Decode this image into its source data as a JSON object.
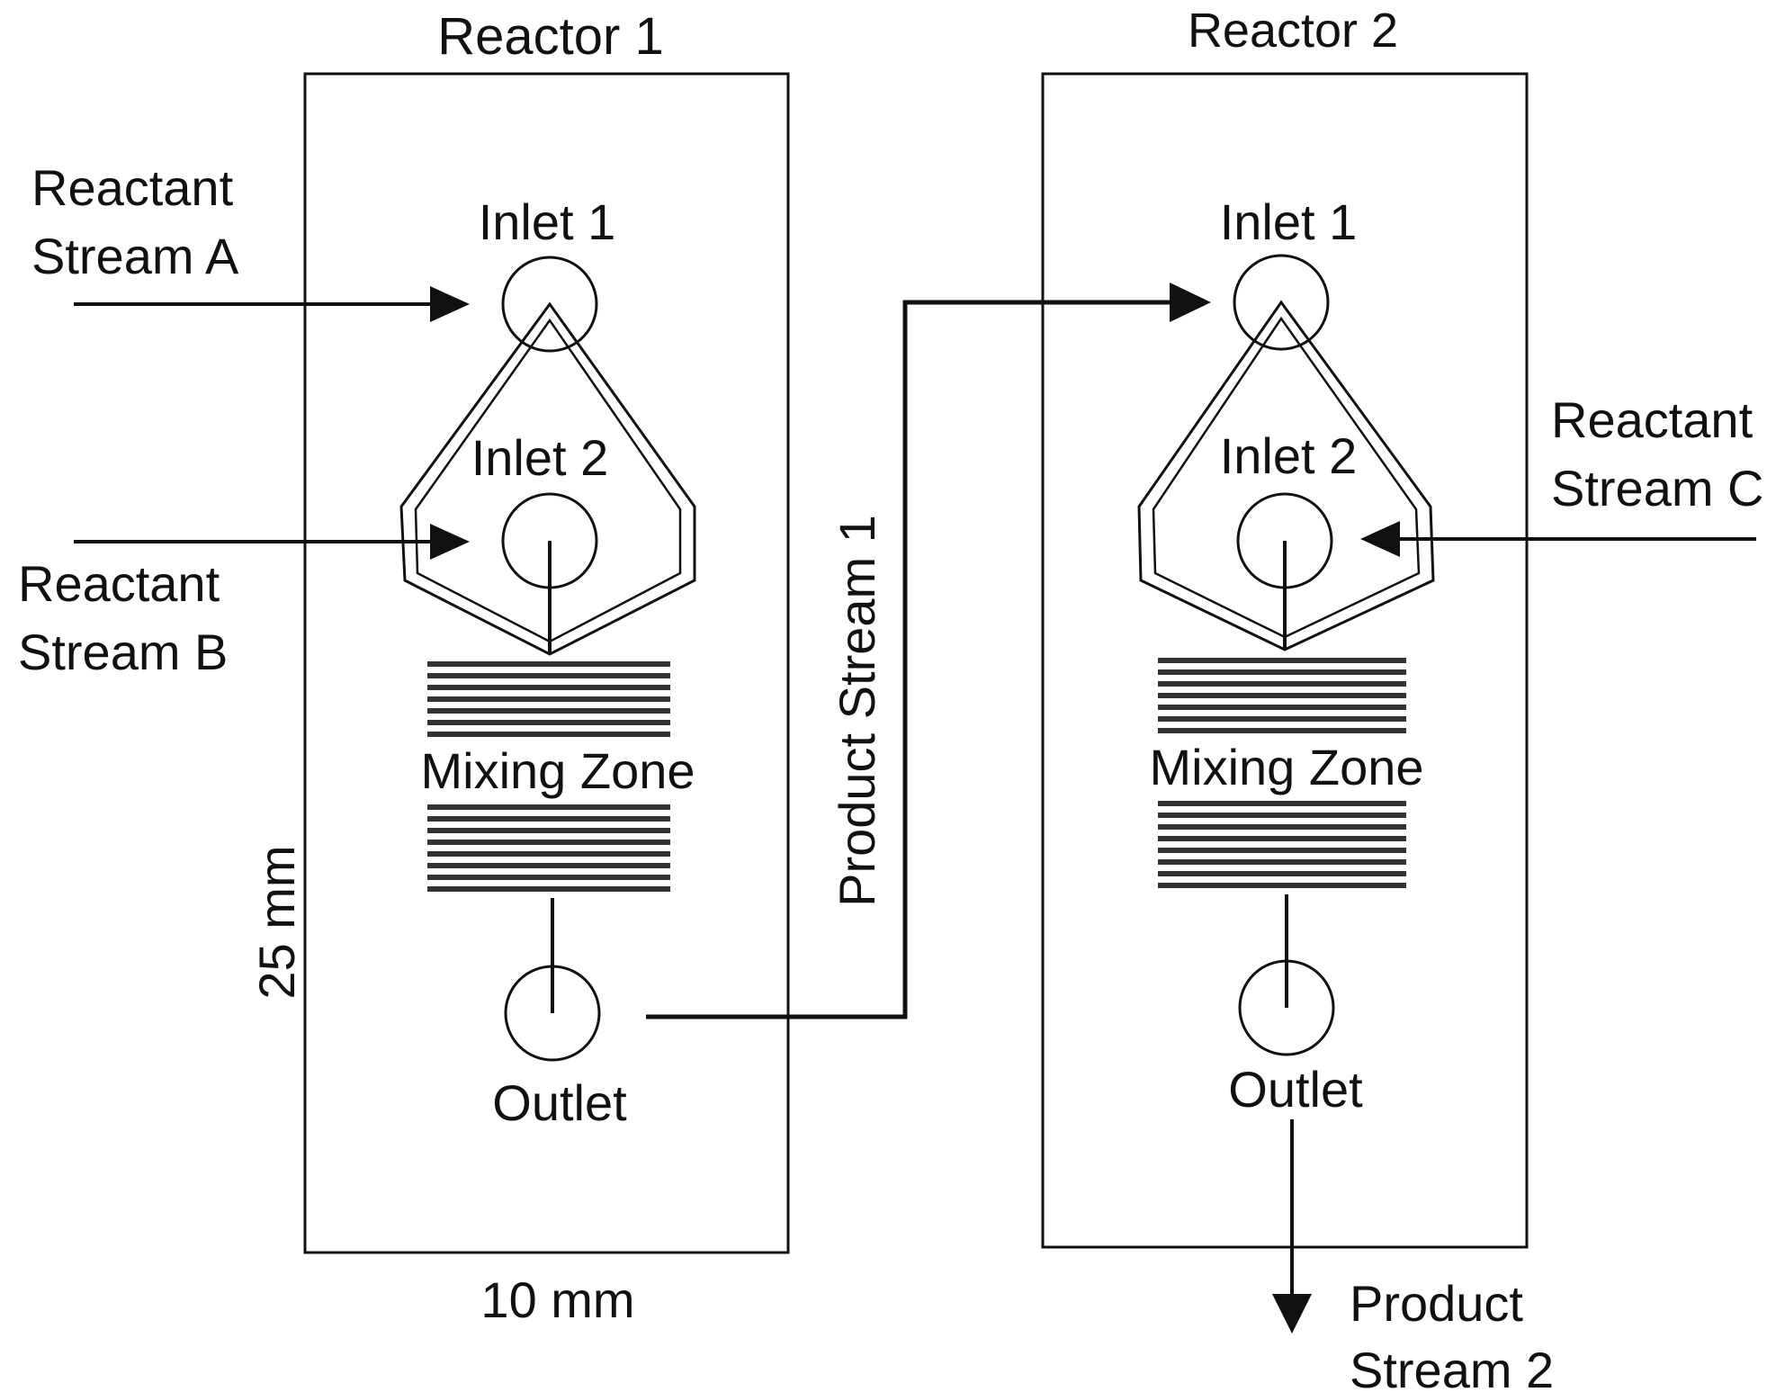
{
  "reactor1": {
    "title": "Reactor 1",
    "inlet1_label": "Inlet 1",
    "inlet2_label": "Inlet 2",
    "mixing_label": "Mixing Zone",
    "outlet_label": "Outlet",
    "height_label": "25 mm",
    "width_label": "10 mm"
  },
  "reactor2": {
    "title": "Reactor 2",
    "inlet1_label": "Inlet 1",
    "inlet2_label": "Inlet 2",
    "mixing_label": "Mixing Zone",
    "outlet_label": "Outlet"
  },
  "streams": {
    "a_line1": "Reactant",
    "a_line2": "Stream A",
    "b_line1": "Reactant",
    "b_line2": "Stream B",
    "c_line1": "Reactant",
    "c_line2": "Stream C",
    "product1": "Product Stream 1",
    "product2_line1": "Product",
    "product2_line2": "Stream 2"
  },
  "colors": {
    "line": "#111111",
    "background": "#ffffff"
  }
}
